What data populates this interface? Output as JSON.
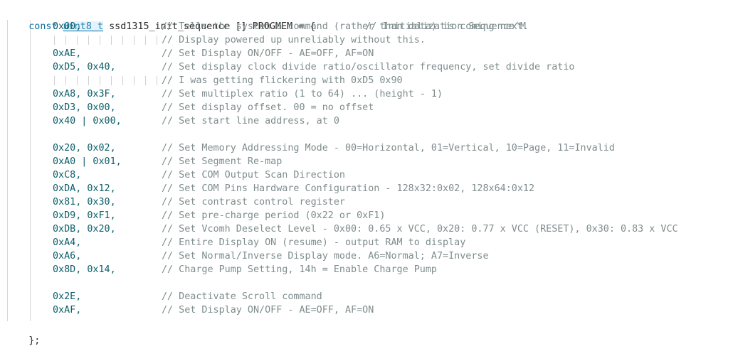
{
  "header": {
    "keyword": "const",
    "type": "uint8_t",
    "rest": " ssd1315_init_sequence [] PROGMEM = {",
    "comment": "// Initialization Sequence^M"
  },
  "lines": [
    {
      "row": 1,
      "code": "0x00,",
      "comment": "// Tells the system a command (rather than data) is coming next."
    },
    {
      "row": 2,
      "code": "",
      "comment": "// Display powered up unreliably without this."
    },
    {
      "row": 3,
      "code": "0xAE,",
      "comment": "// Set Display ON/OFF - AE=OFF, AF=ON"
    },
    {
      "row": 4,
      "code": "0xD5, 0x40,",
      "comment": "// Set display clock divide ratio/oscillator frequency, set divide ratio"
    },
    {
      "row": 5,
      "code": "",
      "comment": "// I was getting flickering with 0xD5 0x90"
    },
    {
      "row": 6,
      "code": "0xA8, 0x3F,",
      "comment": "// Set multiplex ratio (1 to 64) ... (height - 1)"
    },
    {
      "row": 7,
      "code": "0xD3, 0x00,",
      "comment": "// Set display offset. 00 = no offset"
    },
    {
      "row": 8,
      "code": "0x40 | 0x00,",
      "comment": "// Set start line address, at 0"
    },
    {
      "row": 10,
      "code": "0x20, 0x02,",
      "comment": "// Set Memory Addressing Mode - 00=Horizontal, 01=Vertical, 10=Page, 11=Invalid"
    },
    {
      "row": 11,
      "code": "0xA0 | 0x01,",
      "comment": "// Set Segment Re-map"
    },
    {
      "row": 12,
      "code": "0xC8,",
      "comment": "// Set COM Output Scan Direction"
    },
    {
      "row": 13,
      "code": "0xDA, 0x12,",
      "comment": "// Set COM Pins Hardware Configuration - 128x32:0x02, 128x64:0x12"
    },
    {
      "row": 14,
      "code": "0x81, 0x30,",
      "comment": "// Set contrast control register"
    },
    {
      "row": 15,
      "code": "0xD9, 0xF1,",
      "comment": "// Set pre-charge period (0x22 or 0xF1)"
    },
    {
      "row": 16,
      "code": "0xDB, 0x20,",
      "comment": "// Set Vcomh Deselect Level - 0x00: 0.65 x VCC, 0x20: 0.77 x VCC (RESET), 0x30: 0.83 x VCC"
    },
    {
      "row": 17,
      "code": "0xA4,",
      "comment": "// Entire Display ON (resume) - output RAM to display"
    },
    {
      "row": 18,
      "code": "0xA6,",
      "comment": "// Set Normal/Inverse Display mode. A6=Normal; A7=Inverse"
    },
    {
      "row": 19,
      "code": "0x8D, 0x14,",
      "comment": "// Charge Pump Setting, 14h = Enable Charge Pump"
    },
    {
      "row": 21,
      "code": "0x2E,",
      "comment": "// Deactivate Scroll command"
    },
    {
      "row": 22,
      "code": "0xAF,",
      "comment": "// Set Display ON/OFF - AE=OFF, AF=ON"
    }
  ],
  "footer": {
    "closing": "};"
  },
  "colors": {
    "keyword": "#0e6ea6",
    "type": "#1b86b0",
    "number": "#0b5f69",
    "comment": "#7f8c8d",
    "guide": "#d6d6d6"
  }
}
